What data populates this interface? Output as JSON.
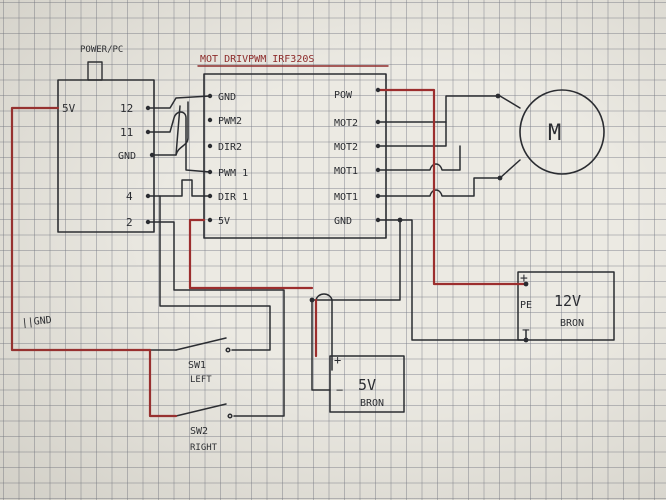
{
  "arduino": {
    "title": "POWER/PC",
    "pins": {
      "p5v": "5V",
      "p12": "12",
      "p11": "11",
      "gnd": "GND",
      "p4": "4",
      "p2": "2"
    }
  },
  "driver": {
    "title": "MOT DRIVPWM IRF320S",
    "left_pins": [
      "GND",
      "PWM2",
      "DIR2",
      "PWM 1",
      "DIR 1",
      "5V"
    ],
    "right_pins": [
      "POW",
      "MOT2",
      "MOT2",
      "MOT1",
      "MOT1",
      "GND"
    ]
  },
  "motor": {
    "symbol": "M"
  },
  "battery_12v": {
    "plus": "+",
    "pe": "PE",
    "minus": "−",
    "voltage": "12V",
    "name": "BRON"
  },
  "battery_5v": {
    "plus": "+",
    "minus": "−",
    "voltage": "5V",
    "name": "BRON"
  },
  "ground_label": "||GND",
  "switches": {
    "sw1": {
      "name": "SW1",
      "side": "LEFT"
    },
    "sw2": {
      "name": "SW2",
      "side": "RIGHT"
    }
  }
}
